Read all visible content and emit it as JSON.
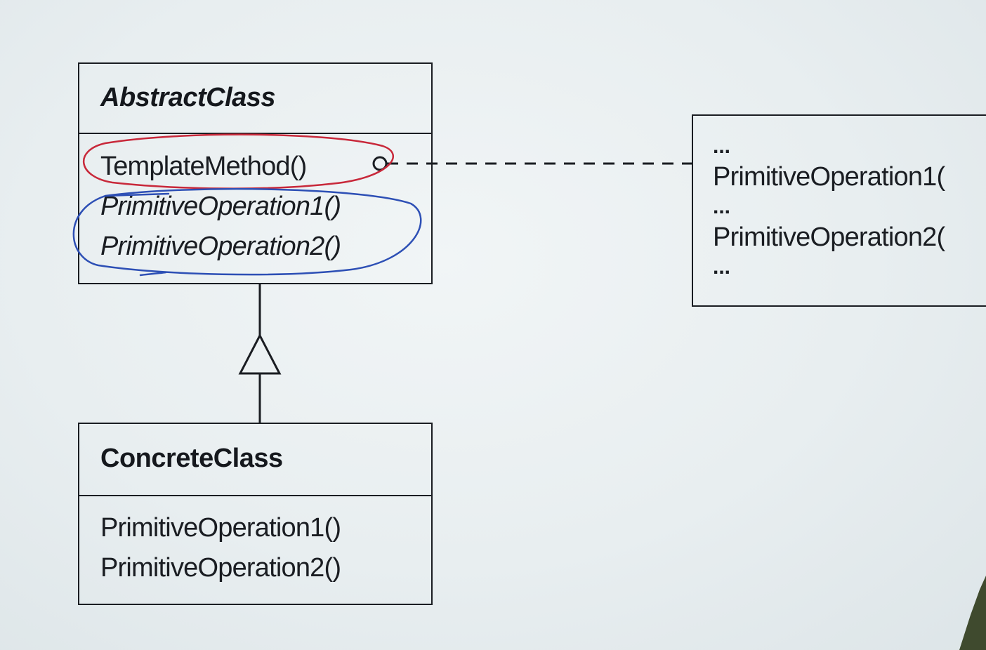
{
  "abstract_class": {
    "name": "AbstractClass",
    "operations": [
      "TemplateMethod()",
      "PrimitiveOperation1()",
      "PrimitiveOperation2()"
    ]
  },
  "concrete_class": {
    "name": "ConcreteClass",
    "operations": [
      "PrimitiveOperation1()",
      "PrimitiveOperation2()"
    ]
  },
  "note": {
    "lines": [
      "...",
      "PrimitiveOperation1(",
      "...",
      "PrimitiveOperation2(",
      "..."
    ]
  },
  "annotations": {
    "template_method_highlight_color": "#c8283a",
    "primitive_ops_highlight_color": "#2d4fb5"
  }
}
